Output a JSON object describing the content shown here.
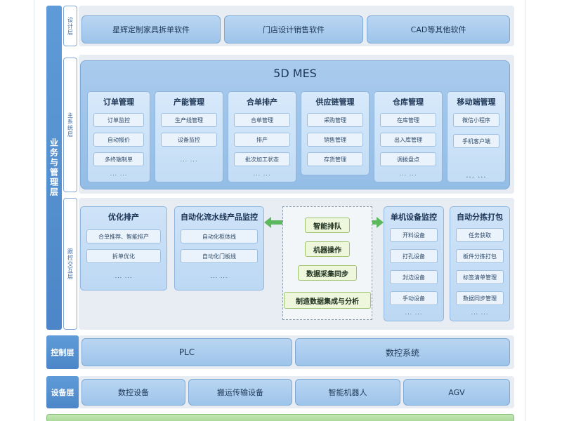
{
  "layers": {
    "business_label": "业务与管理层",
    "design_label": "设计层",
    "main_system_label": "主系统层",
    "integration_label": "跟控交互层",
    "control_label": "控制层",
    "equipment_label": "设备层"
  },
  "design_layer": {
    "items": [
      "星辉定制家具拆单软件",
      "门店设计销售软件",
      "CAD等其他软件"
    ]
  },
  "mes": {
    "title": "5D MES",
    "modules": [
      {
        "title": "订单管理",
        "items": [
          "订单监控",
          "自动报价",
          "多终端制单"
        ],
        "more": "... ..."
      },
      {
        "title": "产能管理",
        "items": [
          "生产线管理",
          "设备监控"
        ],
        "more": "... ..."
      },
      {
        "title": "合单排产",
        "items": [
          "合单管理",
          "排产",
          "批次加工状态"
        ],
        "more": "... ..."
      },
      {
        "title": "供应链管理",
        "items": [
          "采购管理",
          "销售管理",
          "存货管理"
        ],
        "more": ""
      },
      {
        "title": "仓库管理",
        "items": [
          "在库管理",
          "出入库管理",
          "调拨盘点"
        ],
        "more": "... ..."
      },
      {
        "title": "移动端管理",
        "items": [
          "微信小程序",
          "手机客户端"
        ],
        "more": "... ..."
      }
    ]
  },
  "interaction": {
    "optimize": {
      "title": "优化排产",
      "items": [
        "合单推荐、智能排产",
        "拆单优化"
      ],
      "more": "... ..."
    },
    "auto_line": {
      "title": "自动化流水线产品监控",
      "items": [
        "自动化柜体线",
        "自动化门板线"
      ],
      "more": "... ..."
    },
    "center_items": [
      "智能排队",
      "机器操作",
      "数据采集同步",
      "制造数据集成与分析"
    ],
    "single_device": {
      "title": "单机设备监控",
      "items": [
        "开料设备",
        "打孔设备",
        "封边设备",
        "手动设备"
      ],
      "more": "... ..."
    },
    "auto_pack": {
      "title": "自动分拣打包",
      "items": [
        "任务获取",
        "板件分拣打包",
        "标签清单管理",
        "数据同步管理"
      ],
      "more": "... ..."
    }
  },
  "control_layer": {
    "items": [
      "PLC",
      "数控系统"
    ]
  },
  "equipment_layer": {
    "items": [
      "数控设备",
      "搬运传输设备",
      "智能机器人",
      "AGV"
    ]
  },
  "colors": {
    "layer_blue": "#4c86c8",
    "pill_blue": "#a9cbed",
    "green_item": "#eef7dc",
    "arrow_green": "#5cb85c"
  }
}
